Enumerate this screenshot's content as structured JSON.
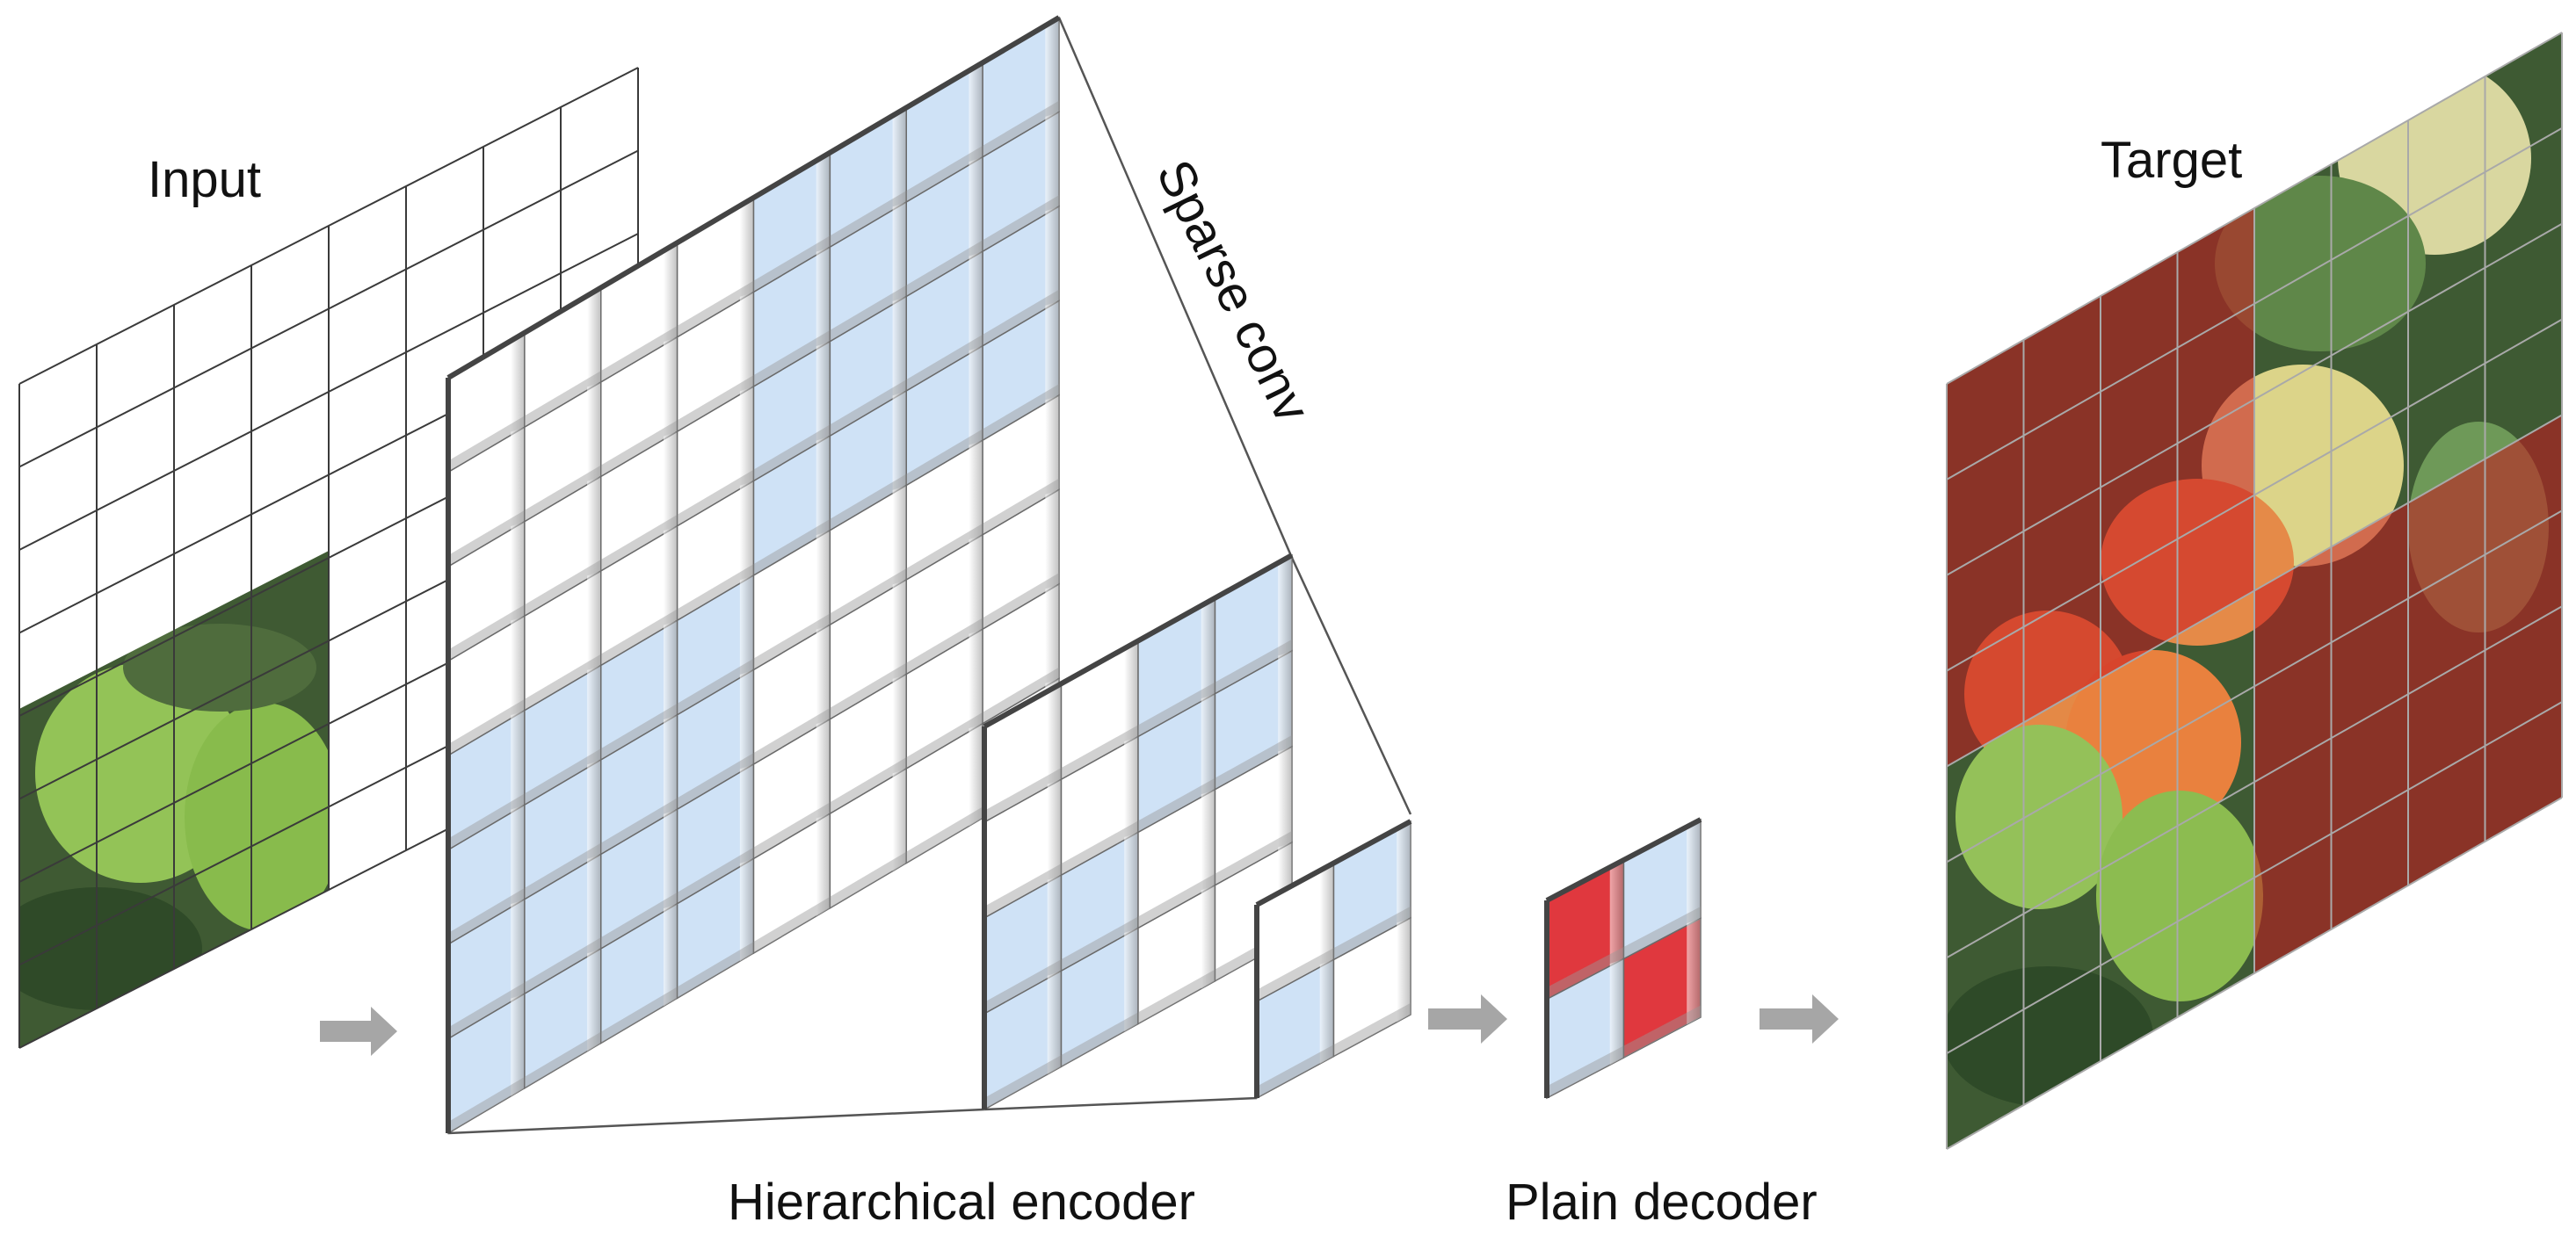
{
  "labels": {
    "input": "Input",
    "target": "Target",
    "sparse_conv": "Sparse conv",
    "hierarchical_encoder": "Hierarchical encoder",
    "plain_decoder": "Plain decoder"
  },
  "colors": {
    "masked_cell": "#cfe2f6",
    "visible_cell": "#ffffff",
    "cell_shadow": "#9a9a9a",
    "decoder_red": "#e0383e",
    "target_overlay": "#c8141e",
    "grid_line": "#3a3a3a",
    "arrow": "#a6a6a6",
    "leaf_green": "#4f7a3a",
    "tomato_yellow": "#cfd08a",
    "tomato_green": "#8cbd4e",
    "tomato_orange": "#e0743a"
  },
  "grids": {
    "input_cells": 8,
    "encoder_stage1_cells": 8,
    "encoder_stage2_cells": 4,
    "encoder_stage3_cells": 2,
    "decoder_cells": 2,
    "target_cells": 8
  }
}
